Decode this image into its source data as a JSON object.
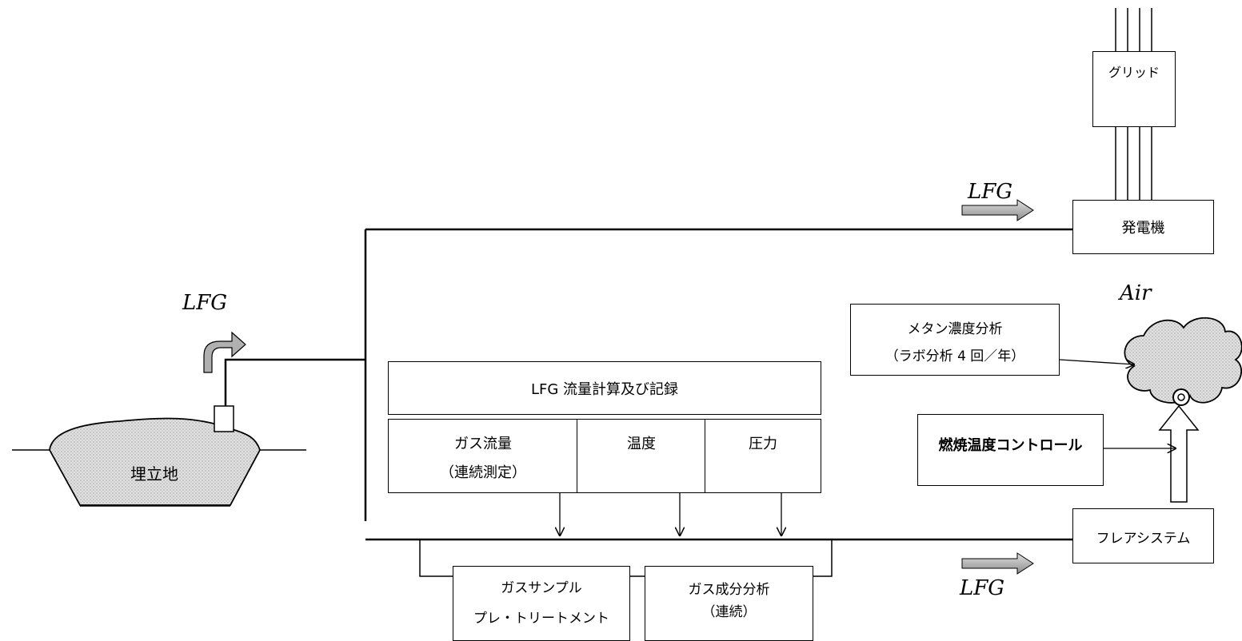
{
  "landfill": {
    "label": "埋立地"
  },
  "flow_labels": {
    "lfg_stack": "LFG",
    "lfg_generator": "LFG",
    "lfg_flare": "LFG",
    "air": "Air"
  },
  "boxes": {
    "grid": "グリッド",
    "generator": "発電機",
    "methane_analysis_line1": "メタン濃度分析",
    "methane_analysis_line2": "（ラボ分析 4 回／年）",
    "flow_calc": "LFG 流量計算及び記録",
    "gas_flow_line1": "ガス流量",
    "gas_flow_line2": "（連続測定）",
    "temperature": "温度",
    "pressure": "圧力",
    "combustion_control": "燃焼温度コントロール",
    "flare_system": "フレアシステム",
    "gas_sample_line1": "ガスサンプル",
    "gas_sample_line2": "プレ・トリートメント",
    "gas_analysis_line1": "ガス成分分析",
    "gas_analysis_line2": "（連続）"
  },
  "colors": {
    "line": "#000000",
    "fill": "#d8d8d8",
    "arrow_fill": "#b8b8b8"
  }
}
